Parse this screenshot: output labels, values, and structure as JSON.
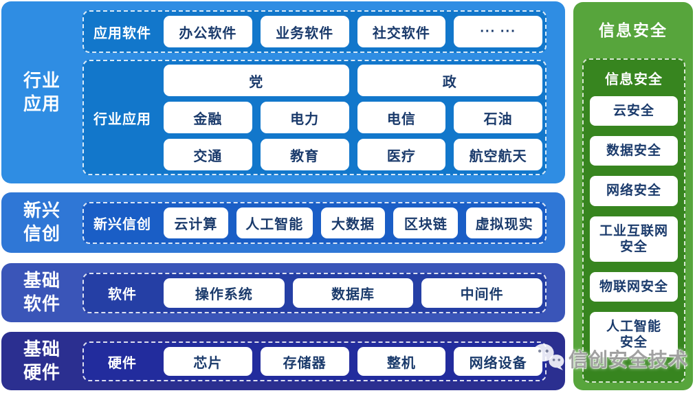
{
  "bands": {
    "industry": {
      "label": "行业\n应用",
      "app_group": {
        "label": "应用软件",
        "pills": [
          "办公软件",
          "业务软件",
          "社交软件",
          "··· ···"
        ]
      },
      "industry_group": {
        "label": "行业应用",
        "rows": [
          [
            "党",
            "政"
          ],
          [
            "金融",
            "电力",
            "电信",
            "石油"
          ],
          [
            "交通",
            "教育",
            "医疗",
            "航空航天"
          ]
        ]
      }
    },
    "emerging": {
      "label": "新兴\n信创",
      "group": {
        "label": "新兴信创",
        "pills": [
          "云计算",
          "人工智能",
          "大数据",
          "区块链",
          "虚拟现实"
        ]
      }
    },
    "software": {
      "label": "基础\n软件",
      "group": {
        "label": "软件",
        "pills": [
          "操作系统",
          "数据库",
          "中间件"
        ]
      }
    },
    "hardware": {
      "label": "基础\n硬件",
      "group": {
        "label": "硬件",
        "pills": [
          "芯片",
          "存储器",
          "整机",
          "网络设备"
        ]
      }
    }
  },
  "security": {
    "title": "信息安全",
    "group_label": "信息安全",
    "pills": [
      "云安全",
      "数据安全",
      "网络安全",
      "工业互联网\n安全",
      "物联网安全",
      "人工智能\n安全"
    ]
  },
  "watermark": {
    "text": "信创安全技术",
    "icon": "wechat-icon"
  },
  "colors": {
    "industry_outer": "#2F8DE3",
    "industry_inner": "#1277CB",
    "emerging_outer": "#2F77D6",
    "emerging_inner": "#1A5EC6",
    "software_outer": "#3A55B8",
    "software_inner": "#253FA5",
    "hardware_outer": "#2B2F90",
    "hardware_inner": "#222C9D",
    "security_outer": "#57A53C",
    "security_inner": "#37851F",
    "pill_text": "#1A3A6B"
  }
}
